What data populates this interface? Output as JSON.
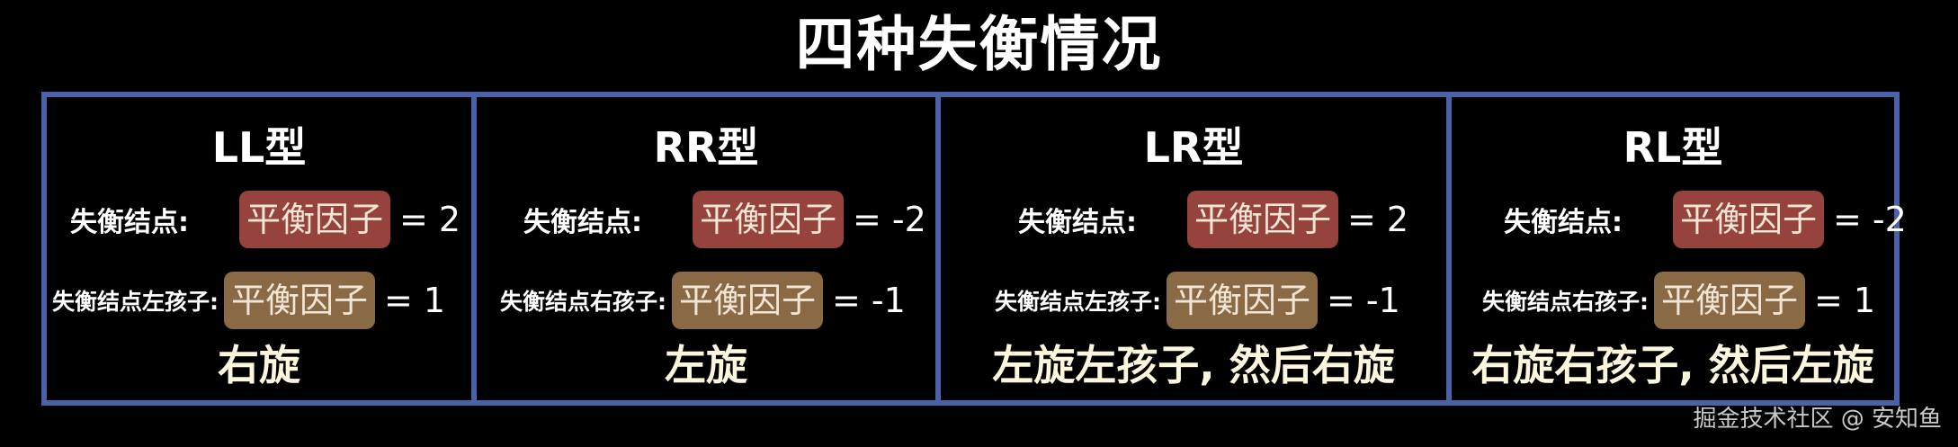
{
  "title": "四种失衡情况",
  "columns": [
    {
      "heading": "LL型",
      "row1_label": "失衡结点:",
      "row1_badge": "平衡因子",
      "row1_value": "= 2",
      "row2_label": "失衡结点左孩子:",
      "row2_badge": "平衡因子",
      "row2_value": "= 1",
      "rotation": "右旋"
    },
    {
      "heading": "RR型",
      "row1_label": "失衡结点:",
      "row1_badge": "平衡因子",
      "row1_value": "= -2",
      "row2_label": "失衡结点右孩子:",
      "row2_badge": "平衡因子",
      "row2_value": "= -1",
      "rotation": "左旋"
    },
    {
      "heading": "LR型",
      "row1_label": "失衡结点:",
      "row1_badge": "平衡因子",
      "row1_value": "= 2",
      "row2_label": "失衡结点左孩子:",
      "row2_badge": "平衡因子",
      "row2_value": "= -1",
      "rotation": "左旋左孩子, 然后右旋"
    },
    {
      "heading": "RL型",
      "row1_label": "失衡结点:",
      "row1_badge": "平衡因子",
      "row1_value": "= -2",
      "row2_label": "失衡结点右孩子:",
      "row2_badge": "平衡因子",
      "row2_value": "= 1",
      "rotation": "右旋右孩子, 然后左旋"
    }
  ],
  "watermark": "掘金技术社区 @ 安知鱼",
  "colors": {
    "background": "#000000",
    "border": "#4a63a8",
    "badge_red": "#96423d",
    "badge_brown": "#8a6a45",
    "rotation_text": "#fbf6dc"
  }
}
